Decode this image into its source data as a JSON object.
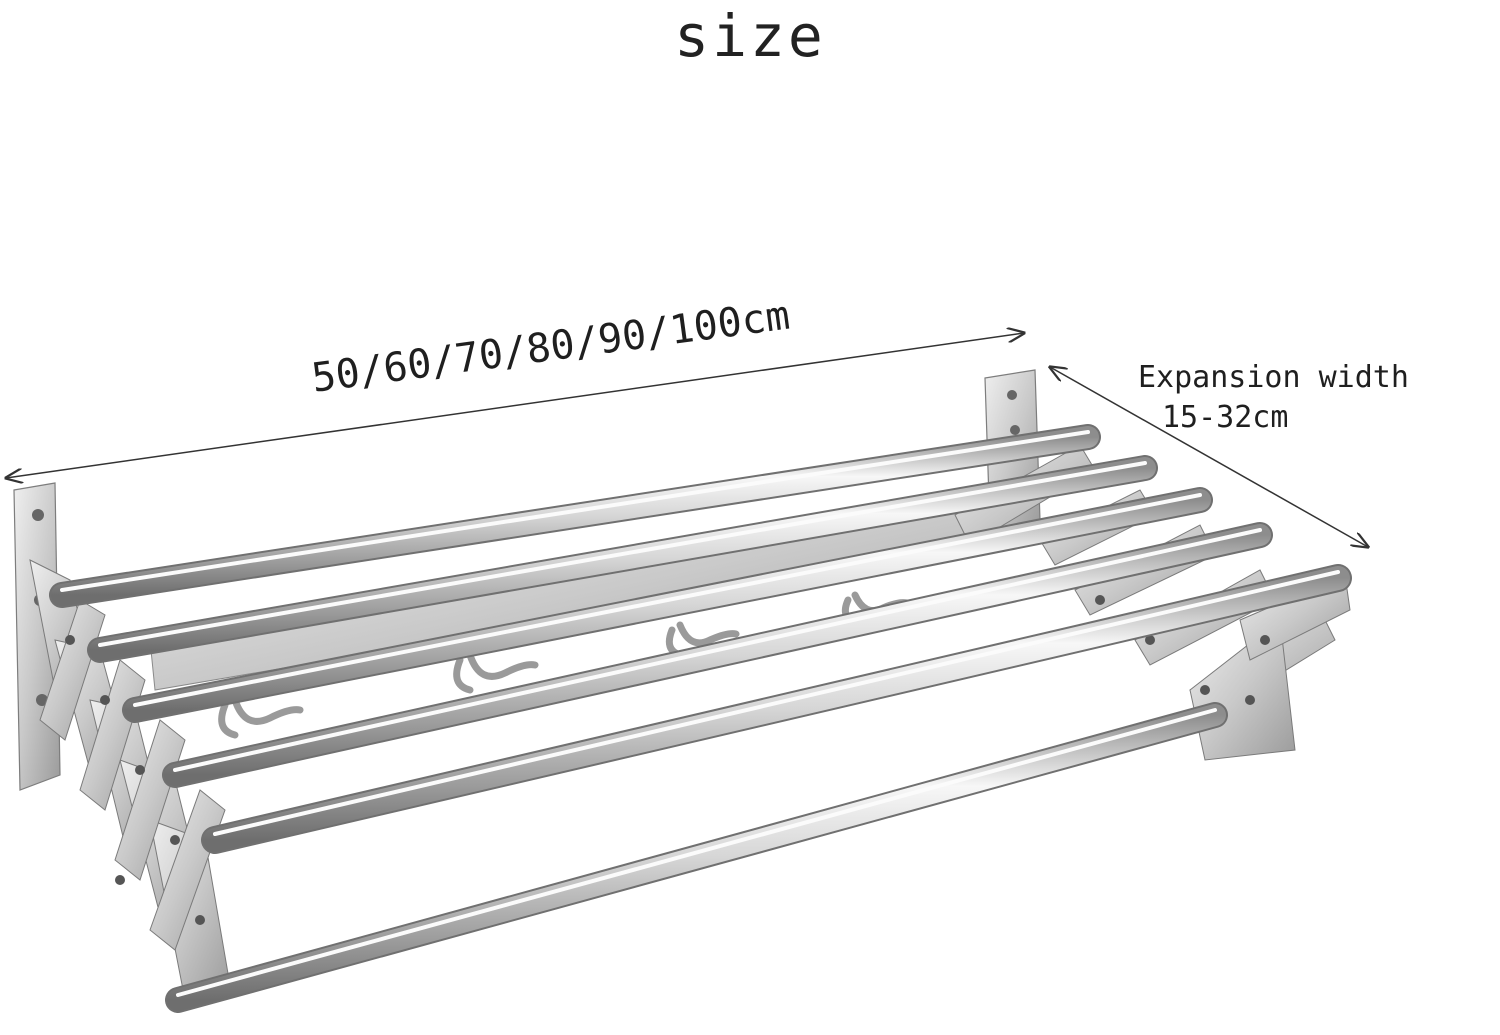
{
  "title": "size",
  "length_label": "50/60/70/80/90/100cm",
  "expansion": {
    "line1": "Expansion width",
    "line2": "15-32cm"
  },
  "colors": {
    "metal_light": "#f4f4f4",
    "metal_mid": "#c4c4c4",
    "metal_dark": "#7a7a7a",
    "text": "#222222"
  }
}
